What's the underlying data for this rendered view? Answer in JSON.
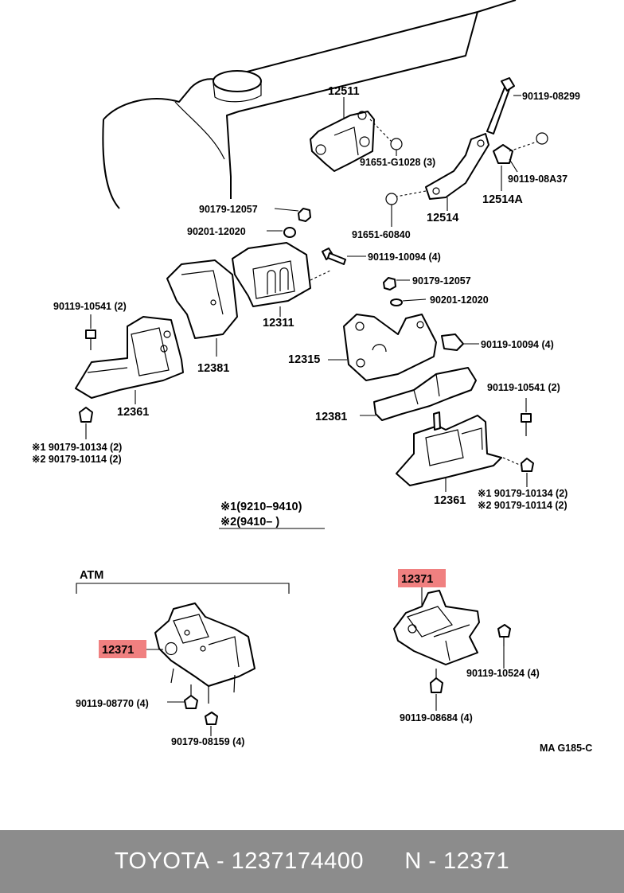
{
  "labels": {
    "p12511": "12511",
    "b90119_08299": "90119-08299",
    "b91651_g1028": "91651-G1028 (3)",
    "p12514a": "12514A",
    "b90119_08a37": "90119-08A37",
    "p12514": "12514",
    "b91651_60840": "91651-60840",
    "n90179_12057_a": "90179-12057",
    "w90201_12020_a": "90201-12020",
    "b90119_10094_a": "90119-10094 (4)",
    "n90179_12057_b": "90179-12057",
    "w90201_12020_b": "90201-12020",
    "p12311": "12311",
    "p12381_left": "12381",
    "b90119_10541_left": "90119-10541 (2)",
    "p12361_left": "12361",
    "n1_left": "※1 90179-10134 (2)",
    "n2_left": "※2 90179-10114 (2)",
    "p12315": "12315",
    "b90119_10094_b": "90119-10094 (4)",
    "p12381_right": "12381",
    "b90119_10541_right": "90119-10541 (2)",
    "p12361_right": "12361",
    "n1_right": "※1 90179-10134 (2)",
    "n2_right": "※2 90179-10114 (2)",
    "legend1": "※1(9210–9410)",
    "legend2": "※2(9410–        )",
    "atm": "ATM",
    "p12371_left": "12371",
    "b90119_08770": "90119-08770 (4)",
    "n90179_08159": "90179-08159 (4)",
    "p12371_right": "12371",
    "b90119_10524": "90119-10524 (4)",
    "b90119_08684": "90119-08684 (4)",
    "ref": "MA G185-C"
  },
  "footer": {
    "brand": "TOYOTA",
    "part_number": "1237174400",
    "ref_code": "N - 12371"
  },
  "colors": {
    "highlight": "#f08080",
    "footer_bg": "#8c8c8c",
    "footer_text": "#ffffff"
  }
}
